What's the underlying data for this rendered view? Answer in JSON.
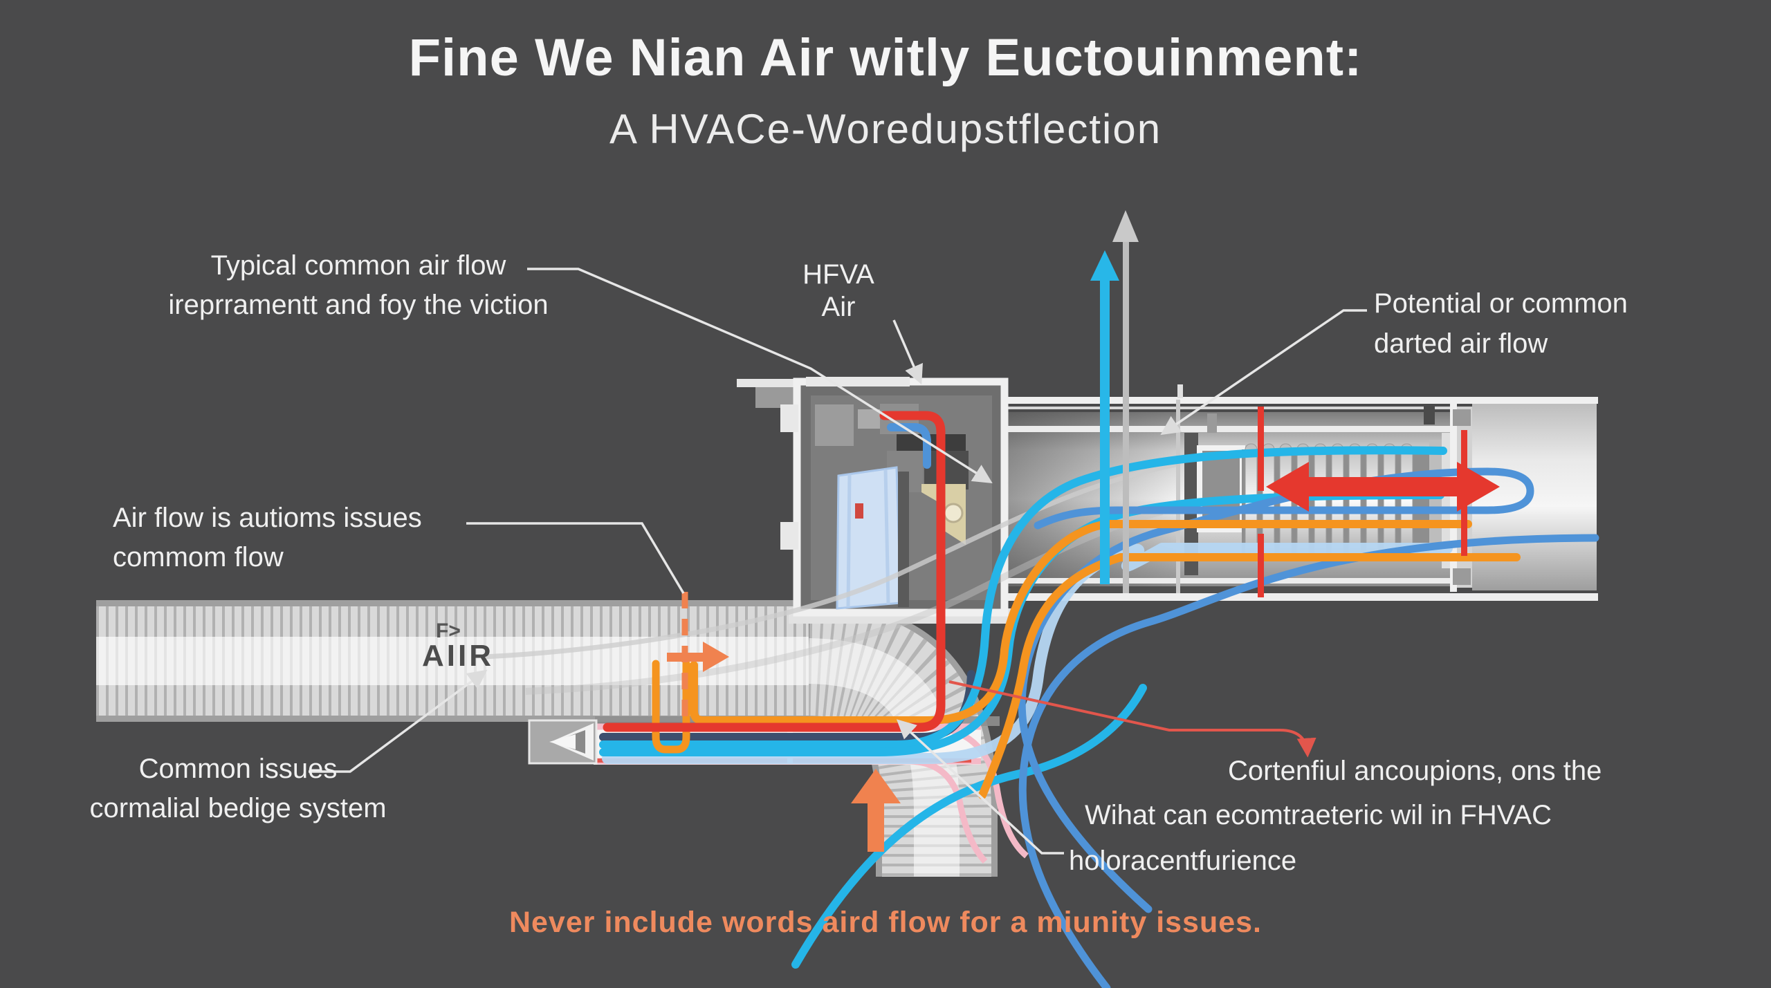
{
  "title": {
    "line1": "Fine We Nian Air witly Euctouinment:",
    "line2": "A HVACe-Woredupstflection"
  },
  "annotations": {
    "top_left": {
      "line1": "Typical common air flow",
      "line2": "ireprramentt and foy the viction"
    },
    "hfva": {
      "line1": "HFVA",
      "line2": "Air"
    },
    "top_right": {
      "line1": "Potential or common",
      "line2": "darted air flow"
    },
    "mid_left": {
      "line1": "Air flow is autioms issues",
      "line2": "commom flow"
    },
    "duct": {
      "line1": "F>",
      "line2": "AIIR"
    },
    "bottom_left": {
      "line1": "Common issues",
      "line2": "cormalial bedige system"
    },
    "bottom_right": {
      "line1": "Cortenfiul ancoupions, ons the",
      "line2": "Wihat can ecomtraeteric wil in FHVAC",
      "line3": "holoracentfurience"
    },
    "footer": "Never include words aird flow for a miunity issues."
  },
  "colors": {
    "background": "#4a4a4b",
    "text": "#f1f1f1",
    "footer_text": "#ef8a5e",
    "duct_label_text": "#525252",
    "cyan": "#25b5e8",
    "blue": "#4f93d8",
    "pale_blue": "#b5d6f2",
    "navy": "#3c4f6e",
    "orange_pipe": "#f5941f",
    "orange_arrow": "#f0824f",
    "red": "#e5382e",
    "pink": "#f4b9c7",
    "silver": "#d9d9d9"
  }
}
